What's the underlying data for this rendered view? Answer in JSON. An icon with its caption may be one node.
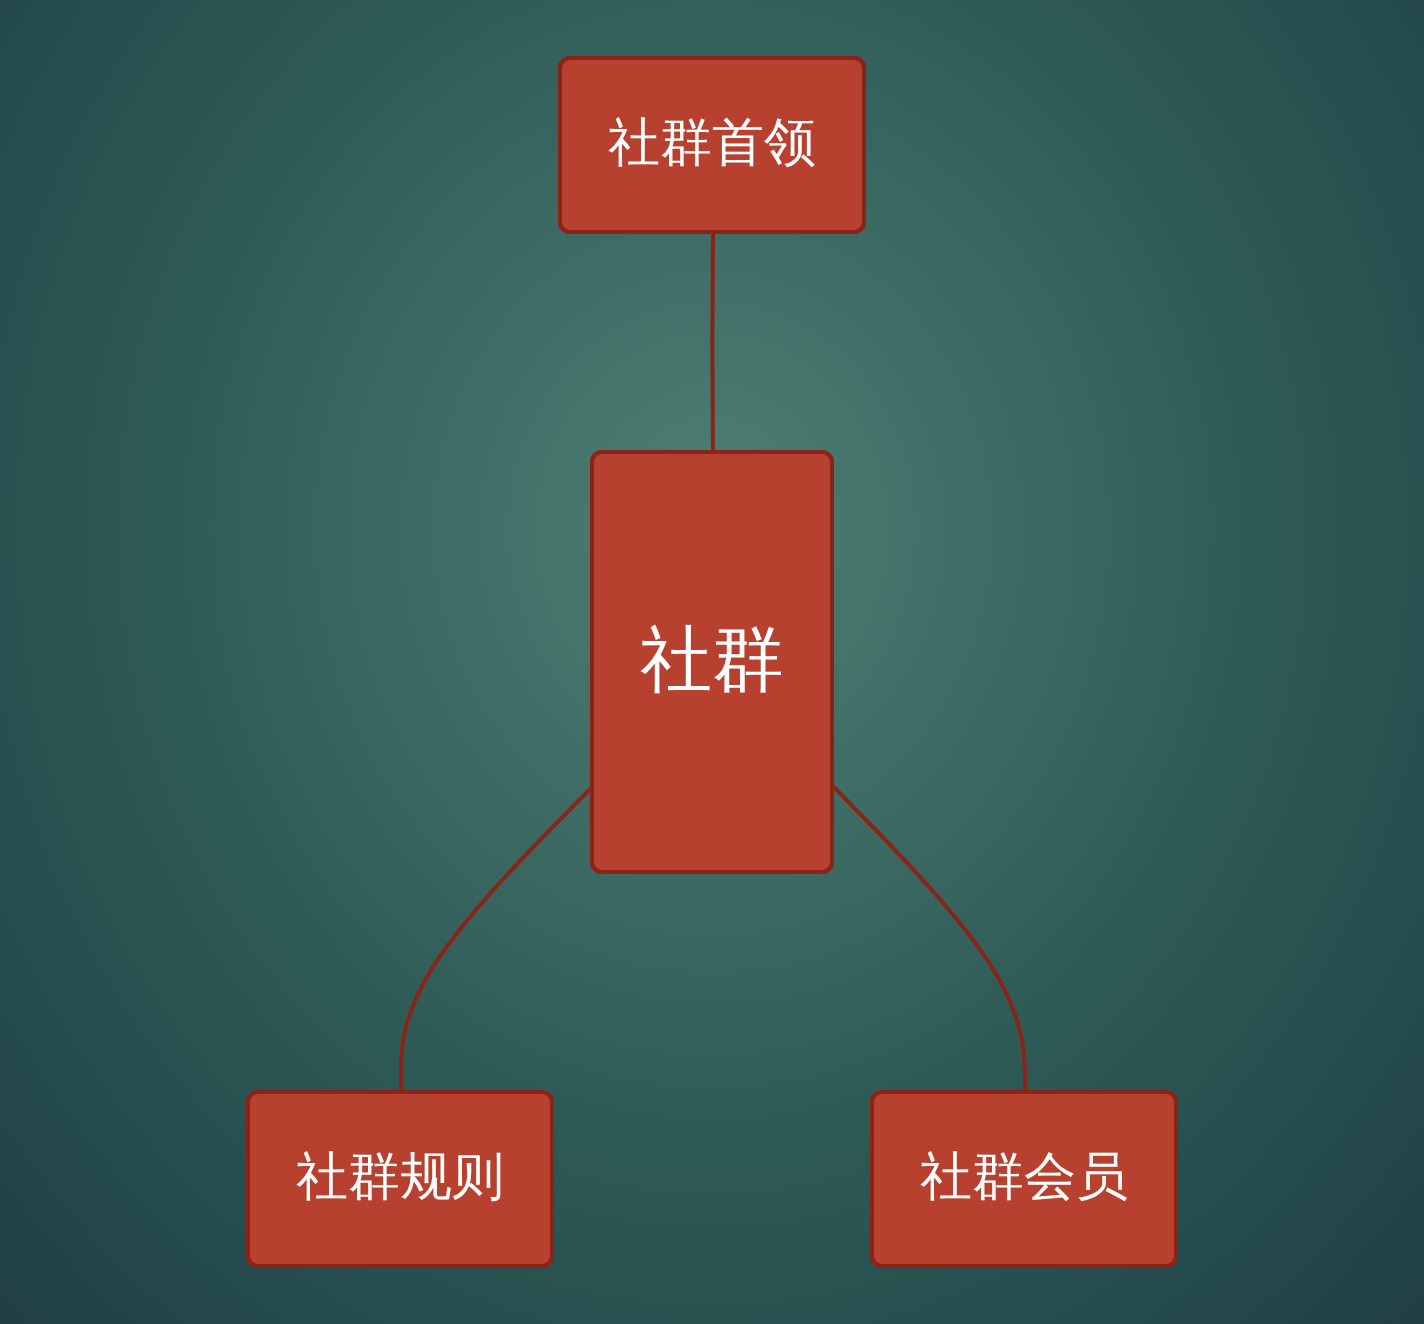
{
  "diagram": {
    "nodes": [
      {
        "text": [
          "社群首领"
        ]
      },
      {
        "text": [
          "社群"
        ]
      },
      {
        "text": [
          "社群规则"
        ]
      },
      {
        "text": [
          "社群会员"
        ]
      }
    ],
    "edges": [
      {
        "from": 0,
        "to": 1,
        "arrow": "none"
      },
      {
        "from": 1,
        "to": 2,
        "arrow": "none"
      },
      {
        "from": 1,
        "to": 3,
        "arrow": "none"
      }
    ]
  }
}
